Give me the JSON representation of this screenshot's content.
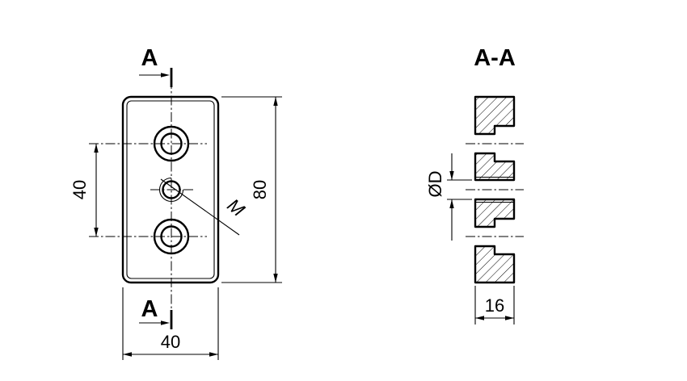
{
  "front_view": {
    "section_label_top": "A",
    "section_label_bottom": "A",
    "hole_spacing_dim": "40",
    "plate_height_dim": "80",
    "plate_width_dim": "40",
    "thread_label": "M"
  },
  "section_view": {
    "title": "A-A",
    "bore_diameter_label": "ØD",
    "thickness_dim": "16"
  },
  "colors": {
    "line": "#000000",
    "background": "#ffffff"
  }
}
